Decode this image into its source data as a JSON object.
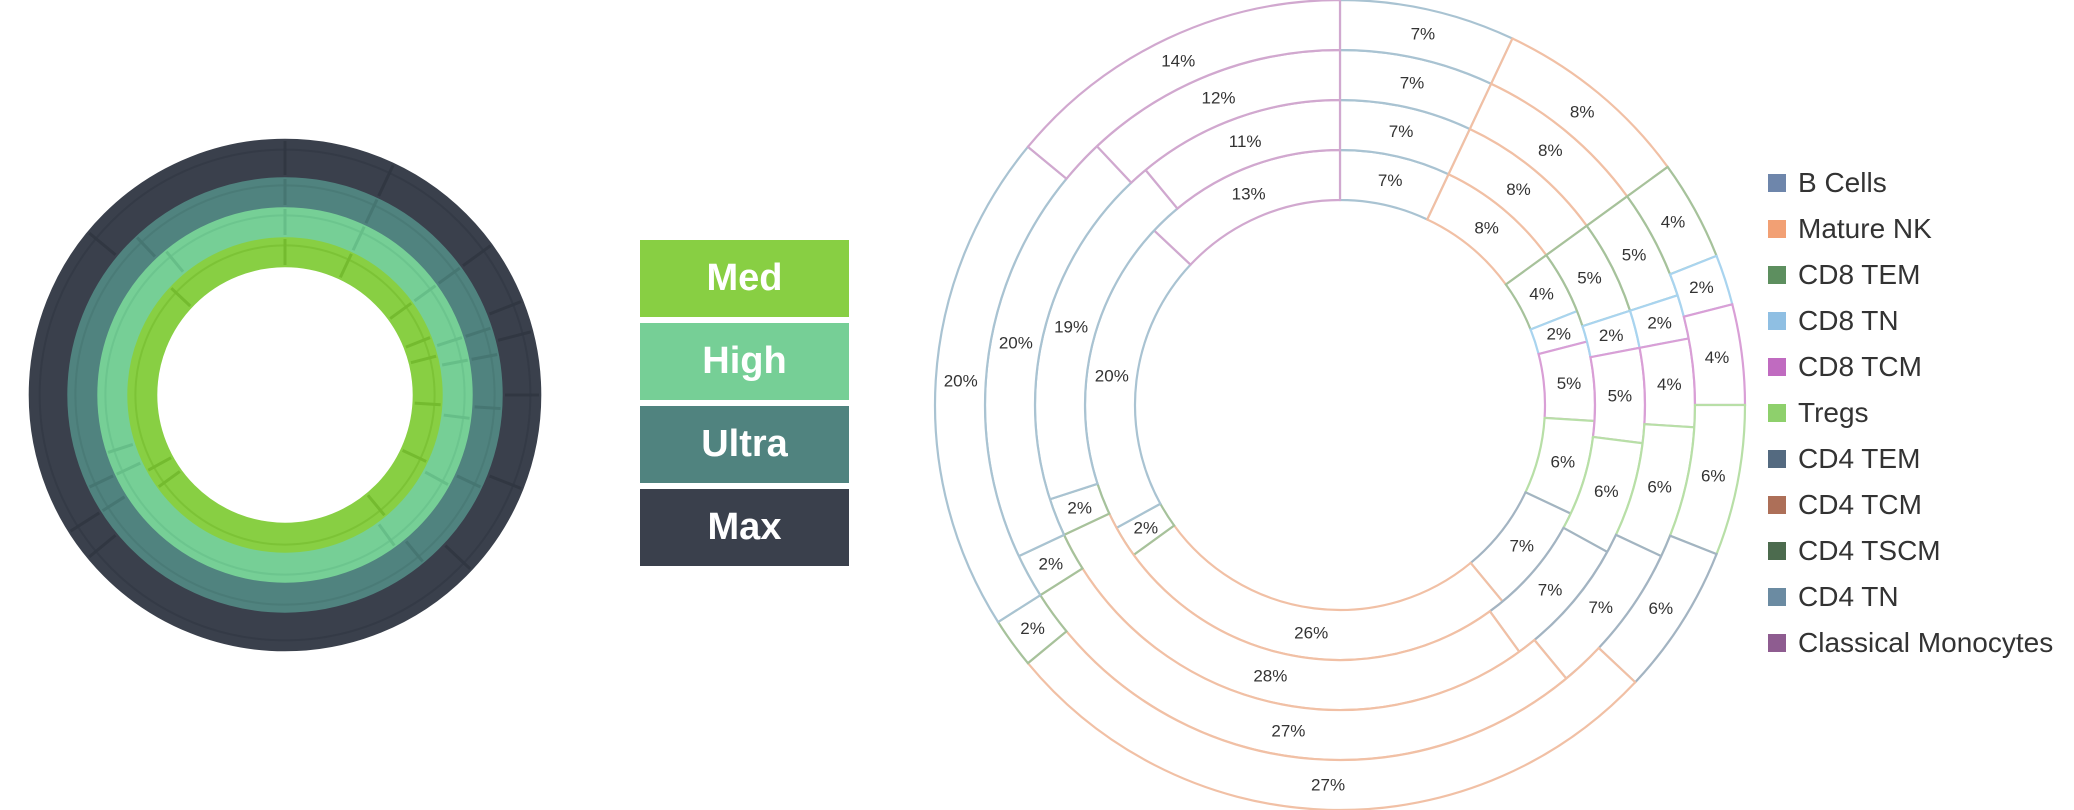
{
  "levels": {
    "items": [
      {
        "label": "Med",
        "color": "#88cf43"
      },
      {
        "label": "High",
        "color": "#76cf96"
      },
      {
        "label": "Ultra",
        "color": "#50837f"
      },
      {
        "label": "Max",
        "color": "#3a404c"
      }
    ]
  },
  "chart_data": {
    "type": "multi-ring donut",
    "rings_inner_to_outer": [
      "Med",
      "High",
      "Ultra",
      "Max"
    ],
    "categories": [
      "B Cells",
      "Mature NK",
      "CD8 TEM",
      "CD8 TN",
      "CD8 TCM",
      "Tregs",
      "CD4 TEM",
      "CD4 TCM",
      "CD4 TSCM",
      "CD4 TN",
      "Classical Monocytes"
    ],
    "colors": [
      "#6e86ab",
      "#f2a074",
      "#5d8f5f",
      "#8fbfe3",
      "#c06bc0",
      "#8ed06c",
      "#546a80",
      "#ad6f58",
      "#4c6b4e",
      "#6b8ba2",
      "#8e5c90"
    ],
    "stroke_colors": [
      "#a9c3d2",
      "#f1c0a5",
      "#a6c29b",
      "#a9d4ef",
      "#d99fd6",
      "#b8dfa7",
      "#a3b4c2",
      "#f1c0a5",
      "#a6c29b",
      "#a9c3d2",
      "#d1a8cf"
    ],
    "series": [
      {
        "name": "Med",
        "values": [
          7,
          8,
          4,
          2,
          5,
          6,
          7,
          26,
          2,
          20,
          13
        ]
      },
      {
        "name": "High",
        "values": [
          7,
          8,
          5,
          2,
          5,
          6,
          7,
          28,
          2,
          19,
          11
        ]
      },
      {
        "name": "Ultra",
        "values": [
          7,
          8,
          5,
          2,
          4,
          6,
          7,
          27,
          2,
          20,
          12
        ]
      },
      {
        "name": "Max",
        "values": [
          7,
          8,
          4,
          2,
          4,
          6,
          6,
          27,
          2,
          20,
          14
        ]
      }
    ],
    "value_suffix": "%",
    "legend_position": "right"
  }
}
